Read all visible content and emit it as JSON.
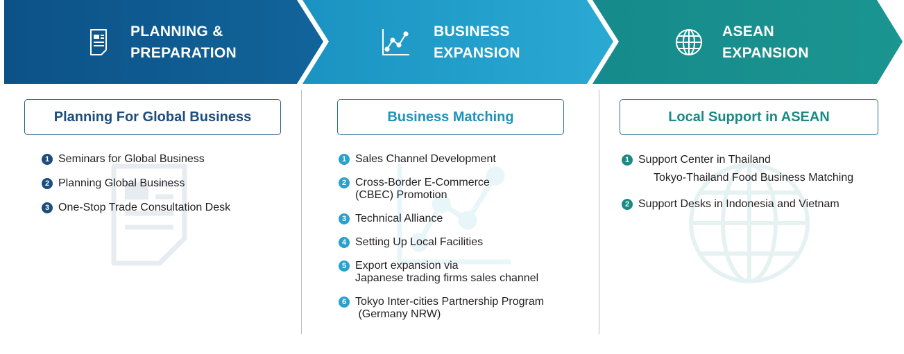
{
  "colors": {
    "stage1": "#0e5a8e",
    "stage2": "#2aa1cc",
    "stage3": "#1a8a85"
  },
  "stages": [
    {
      "icon": "document-icon",
      "title_line1": "PLANNING &",
      "title_line2": "PREPARATION",
      "section_title": "Planning For Global Business",
      "items": [
        {
          "num": "1",
          "text": "Seminars for Global Business"
        },
        {
          "num": "2",
          "text": "Planning Global Business"
        },
        {
          "num": "3",
          "text": "One-Stop Trade Consultation Desk"
        }
      ]
    },
    {
      "icon": "line-chart-icon",
      "title_line1": "BUSINESS",
      "title_line2": "EXPANSION",
      "section_title": "Business Matching",
      "items": [
        {
          "num": "1",
          "text": "Sales Channel Development"
        },
        {
          "num": "2",
          "text": "Cross-Border E-Commerce",
          "sub": "(CBEC) Promotion"
        },
        {
          "num": "3",
          "text": "Technical Alliance"
        },
        {
          "num": "4",
          "text": "Setting Up Local Facilities"
        },
        {
          "num": "5",
          "text": "Export expansion via",
          "sub": "Japanese trading firms sales channel"
        },
        {
          "num": "6",
          "text": "Tokyo Inter-cities Partnership Program",
          "sub": " (Germany NRW)"
        }
      ]
    },
    {
      "icon": "globe-icon",
      "title_line1": "ASEAN",
      "title_line2": "EXPANSION",
      "section_title": "Local Support in ASEAN",
      "items": [
        {
          "num": "1",
          "text": "Support Center in Thailand",
          "sub": "Tokyo-Thailand Food Business Matching"
        },
        {
          "num": "2",
          "text": "Support Desks in Indonesia and Vietnam"
        }
      ]
    }
  ]
}
